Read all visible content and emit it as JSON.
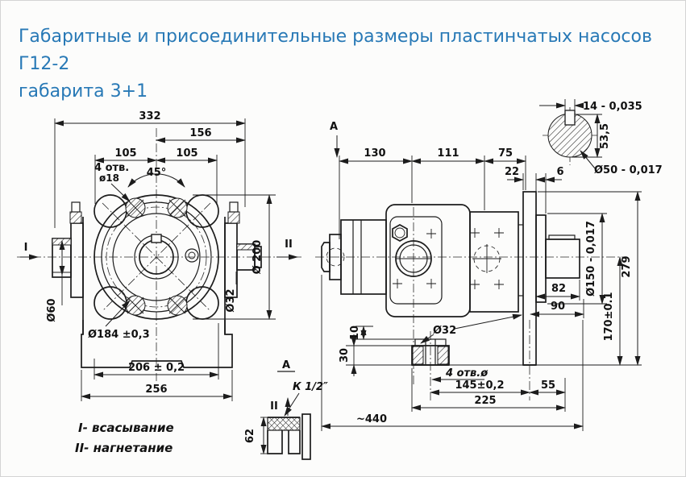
{
  "page": {
    "title_line1": "Габаритные и присоединительные размеры пластинчатых насосов Г12-2",
    "title_line2": "габарита 3+1",
    "accent_color": "#2879b6",
    "line_color": "#1c1c1c"
  },
  "front_view": {
    "dims": {
      "overall_width": "332",
      "width_156": "156",
      "width_105_left": "105",
      "width_105_right": "105",
      "angle_45": "45°",
      "holes_note_line1": "4 отв.",
      "holes_note_line2": "ø18",
      "dia_200": "Ø 200",
      "dia_60": "Ø60",
      "dia_32": "Ø32",
      "bolt_circle": "Ø184 ±0,3",
      "mount_span": "206 ± 0,2",
      "base_width": "256",
      "port_suction": "I",
      "port_pressure": "II"
    }
  },
  "side_view": {
    "dims": {
      "section_mark": "A",
      "len_130": "130",
      "len_111": "111",
      "len_75": "75",
      "len_22": "22",
      "len_6": "6",
      "dia_32": "Ø32",
      "off_10": "10",
      "foot_30": "30",
      "holes_note": "4 отв.ø",
      "holes_span": "145±0,2",
      "len_55": "55",
      "len_225": "225",
      "len_total": "~440",
      "len_82": "82",
      "len_90": "90",
      "dia_150": "Ø150 - 0,017",
      "height_170": "170±0.1",
      "height_279": "279"
    }
  },
  "shaft_detail": {
    "key_width": "14 - 0,035",
    "key_height": "53,5",
    "shaft_dia": "Ø50 - 0,017"
  },
  "port_detail": {
    "view_label": "A",
    "thread": "К 1/2″",
    "port_label": "II",
    "height_62": "62"
  },
  "legend": {
    "line1": "I- всасывание",
    "line2": "II- нагнетание"
  }
}
